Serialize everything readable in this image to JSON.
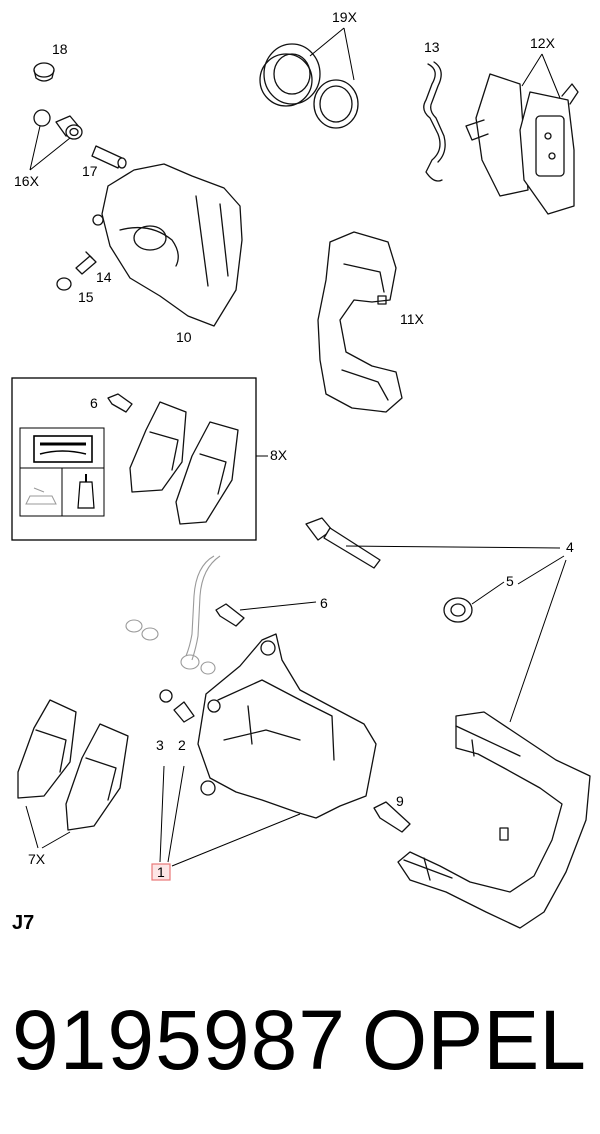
{
  "diagram": {
    "code": "J7",
    "labels": {
      "l18": "18",
      "l19x": "19X",
      "l13": "13",
      "l12x": "12X",
      "l16x": "16X",
      "l17": "17",
      "l14": "14",
      "l15": "15",
      "l10": "10",
      "l11x": "11X",
      "l6a": "6",
      "l8x": "8X",
      "l4": "4",
      "l5": "5",
      "l6b": "6",
      "l3": "3",
      "l2": "2",
      "l9": "9",
      "l7x": "7X",
      "l1": "1"
    }
  },
  "footer": {
    "part_number": "9195987",
    "brand": "OPEL"
  },
  "colors": {
    "highlight_border": "#e87878",
    "highlight_fill": "#fde6e6"
  }
}
